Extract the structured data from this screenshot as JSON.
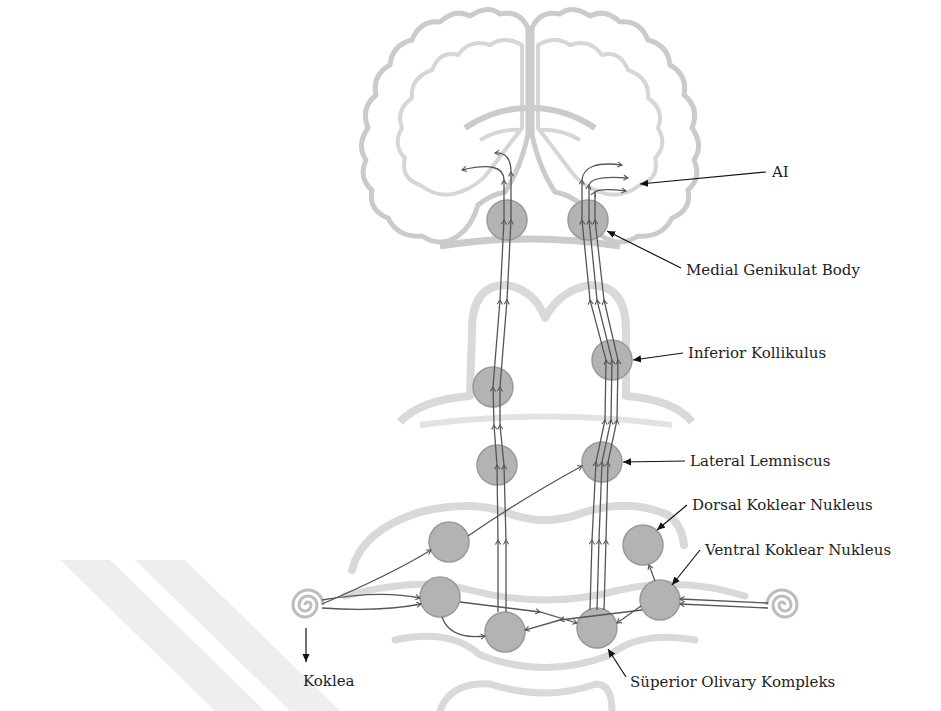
{
  "diagram": {
    "labels": [
      "AI",
      "Medial Genikulat Body",
      "Inferior Kollikulus",
      "Lateral Lemniscus",
      "Dorsal Koklear Nukleus",
      "Ventral Koklear Nukleus",
      "Süperior Olivary Kompleks",
      "Koklea"
    ]
  }
}
